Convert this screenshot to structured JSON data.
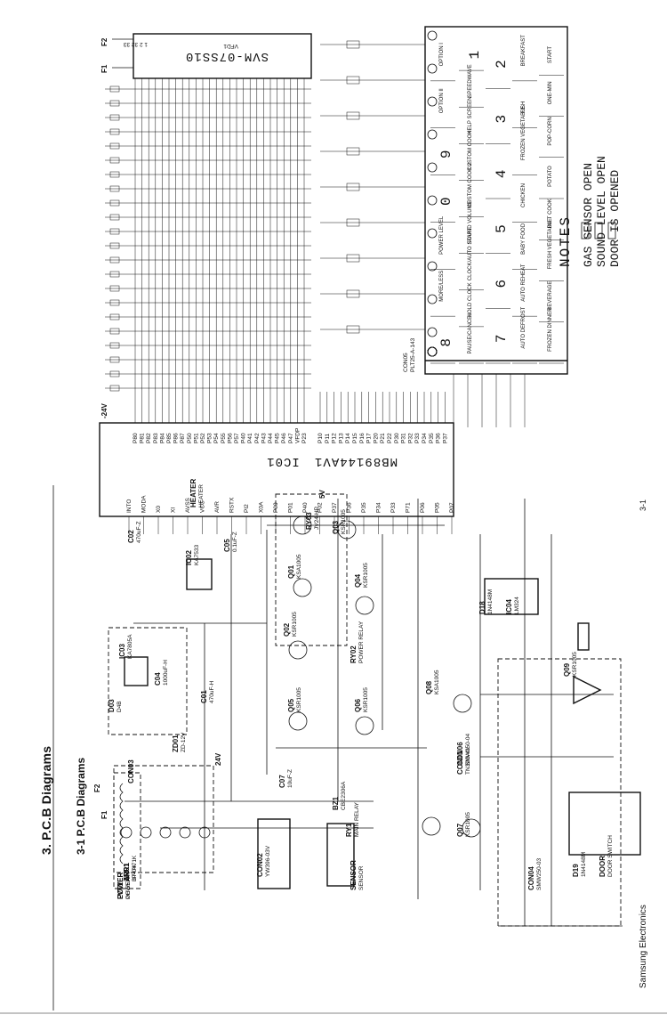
{
  "page": {
    "section_title": "3. P.C.B Diagrams",
    "subsection_title": "3-1 P.C.B Diagrams",
    "footer": "Samsung Electronics",
    "page_number": "3-1"
  },
  "schematic": {
    "display": {
      "name": "SVM-07SS10",
      "ref": "VFD1",
      "grids": [
        "F1",
        "F2"
      ],
      "pins": "1 2 32 33"
    },
    "ic": {
      "ref": "IC01",
      "part": "MB89144AV1",
      "pins_left": [
        "P80",
        "P81",
        "P82",
        "P83",
        "P84",
        "P85",
        "P86",
        "P87",
        "P50",
        "P51",
        "P52",
        "P53",
        "P54",
        "P55",
        "P56",
        "P57",
        "P40",
        "P41",
        "P42",
        "P43",
        "P44",
        "P45",
        "P46",
        "P47",
        "VFDP",
        "P23"
      ],
      "pins_right": [
        "P10",
        "P11",
        "P12",
        "P13",
        "P14",
        "P15",
        "P16",
        "P17",
        "P20",
        "P21",
        "P22",
        "P30",
        "P31",
        "P32",
        "P33",
        "P34",
        "P35",
        "P36",
        "P37"
      ],
      "pins_bottom": [
        "INTO",
        "MODA",
        "X0",
        "XI",
        "AVSS",
        "VCC",
        "AVR",
        "RSTX",
        "PI2",
        "X0A",
        "P00",
        "P01",
        "P40",
        "P02",
        "P37",
        "P36",
        "P35",
        "P34",
        "P33",
        "P71",
        "P06",
        "P05",
        "P07"
      ]
    },
    "keypad": {
      "rows": [
        [
          "OPTION I",
          "OPTION II",
          "9",
          "0",
          "POWER LEVEL",
          "MORE/LESS",
          "8"
        ],
        [
          "1",
          "SPEEDWAVE",
          "HELP SCREEN",
          "CUSTOM COOK",
          "CUSTOM COOK 2",
          "SOUND VOLUME",
          "CLOCK/AUTO START",
          "HOLD CLOCK",
          "PAUSE/CANCEL"
        ],
        [
          "2",
          "3",
          "4",
          "5",
          "6",
          "7"
        ],
        [
          "BREAKFAST",
          "FISH",
          "FROZEN VEGETABLE",
          "CHICKEN",
          "BABY FOOD",
          "AUTO REHEAT",
          "AUTO DEFROST"
        ],
        [
          "START",
          "ONE-MIN",
          "POP-CORN",
          "POTATO",
          "DIET COOK",
          "FRESH VEGETABLE",
          "BEVERAGE",
          "FROZEN DINNER"
        ]
      ],
      "connector": "CON05",
      "connector_part": "PLT25-A-143"
    },
    "notes": {
      "title": "NOTES",
      "lines": [
        "GAS SENSOR OPEN",
        "SOUND LEVEL OPEN",
        "DOOR IS OPENED"
      ]
    },
    "parts": [
      {
        "ref": "LVT1",
        "value": "OE-5574H"
      },
      {
        "ref": "ZNR1",
        "value": "DT-0471K"
      },
      {
        "ref": "CON02",
        "value": "YW396-03V"
      },
      {
        "ref": "CON03",
        "value": ""
      },
      {
        "ref": "F1",
        "value": ""
      },
      {
        "ref": "F2",
        "value": ""
      },
      {
        "ref": "IC03",
        "value": "KA7805A"
      },
      {
        "ref": "C04",
        "value": "1000uF-H"
      },
      {
        "ref": "D03",
        "value": "D4B"
      },
      {
        "ref": "IC02",
        "value": "KA7533"
      },
      {
        "ref": "ZD01",
        "value": "ZD-12V"
      },
      {
        "ref": "C01",
        "value": "470uF-H"
      },
      {
        "ref": "C02",
        "value": "470uF-Z"
      },
      {
        "ref": "C05",
        "value": "0.1uF-Z"
      },
      {
        "ref": "C07",
        "value": "10uF-Z"
      },
      {
        "ref": "BZ1",
        "value": "CBE2306A"
      },
      {
        "ref": "RY1",
        "value": "MAIN RELAY"
      },
      {
        "ref": "RY02",
        "value": "POWER RELAY"
      },
      {
        "ref": "RY03",
        "value": "JV24-HP"
      },
      {
        "ref": "Q01",
        "value": "KSA1005"
      },
      {
        "ref": "Q02",
        "value": "KSR1005"
      },
      {
        "ref": "Q03",
        "value": "KSR1005"
      },
      {
        "ref": "Q04",
        "value": "KSR1005"
      },
      {
        "ref": "Q05",
        "value": "KSR1005"
      },
      {
        "ref": "Q06",
        "value": "KSR1005"
      },
      {
        "ref": "Q07",
        "value": "KSR1005"
      },
      {
        "ref": "Q08",
        "value": "KSA1005"
      },
      {
        "ref": "Q09",
        "value": "KSR1005"
      },
      {
        "ref": "IC04",
        "value": "LM324"
      },
      {
        "ref": "CON04",
        "value": "SMW250-03"
      },
      {
        "ref": "CON06",
        "value": "SMW250-04"
      },
      {
        "ref": "CON01",
        "value": "TN39G-4V"
      },
      {
        "ref": "D18",
        "value": "1N4148M"
      },
      {
        "ref": "D19",
        "value": "1N4148M"
      },
      {
        "ref": "DOOR",
        "value": "DOOR SWITCH"
      },
      {
        "ref": "SENSOR",
        "value": "SENSOR"
      },
      {
        "ref": "HEATER",
        "value": "HEATER"
      },
      {
        "ref": "POWER",
        "value": "POWER"
      },
      {
        "ref": "AR01",
        "value": "3P47K"
      }
    ],
    "rails": [
      "24V",
      "5V",
      "-24V"
    ]
  }
}
